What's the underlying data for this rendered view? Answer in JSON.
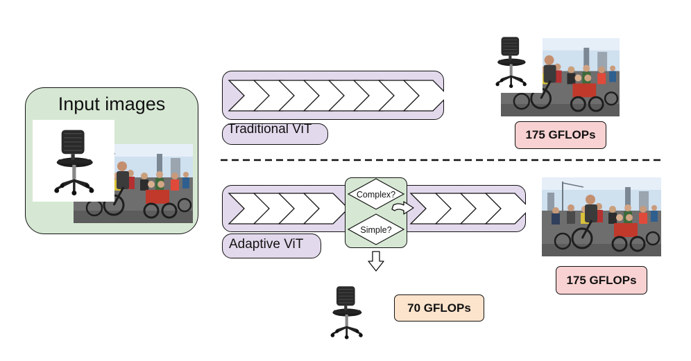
{
  "input_panel": {
    "title": "Input images"
  },
  "traditional": {
    "label": "Traditional ViT",
    "gflops": "175 GFLOPs"
  },
  "adaptive": {
    "label": "Adaptive ViT",
    "decision_complex": "Complex?",
    "decision_simple": "Simple?",
    "gflops_simple": "70 GFLOPs",
    "gflops_complex": "175 GFLOPs"
  },
  "colors": {
    "input_panel": "#d6e8d3",
    "vit_block": "#e3d9ec",
    "decision_block": "#d6e8d3",
    "badge_full": "#f8d2d2",
    "badge_reduced": "#fbe3cc"
  },
  "icons": [
    "chair-photo",
    "cyclists-photo",
    "chevron-icon",
    "down-arrow-icon",
    "right-arrow-icon"
  ]
}
